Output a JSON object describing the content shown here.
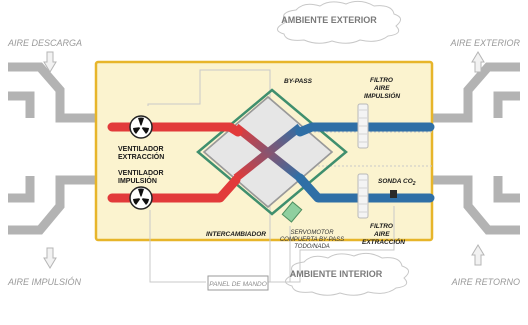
{
  "labels": {
    "ambiente_exterior": "AMBIENTE EXTERIOR",
    "ambiente_interior": "AMBIENTE INTERIOR",
    "aire_descarga": "AIRE DESCARGA",
    "aire_exterior": "AIRE EXTERIOR",
    "aire_impulsion": "AIRE IMPULSIÓN",
    "aire_retorno": "AIRE RETORNO",
    "by_pass": "BY-PASS",
    "filtro_impulsion": [
      "FILTRO",
      "AIRE",
      "IMPULSIÓN"
    ],
    "filtro_extraccion": [
      "FILTRO",
      "AIRE",
      "EXTRACCIÓN"
    ],
    "ventilador_extraccion": [
      "VENTILADOR",
      "EXTRACCIÓN"
    ],
    "ventilador_impulsion": [
      "VENTILADOR",
      "IMPULSIÓN"
    ],
    "sonda_co2": "SONDA CO",
    "sonda_co2_sub": "2",
    "intercambiador": "INTERCAMBIADOR",
    "servomotor": [
      "SERVOMOTOR",
      "COMPUERTA BY-PASS",
      "TODO/NADA"
    ],
    "panel_de_mando": "PANEL DE MANDO"
  },
  "colors": {
    "warm_duct": "#e23a3a",
    "cold_duct": "#2f6fa6",
    "unit_fill": "#fbf3cf",
    "unit_border": "#e7b52a",
    "bypass_green": "#3f8f6e",
    "outside_duct": "#a8a8a8"
  },
  "icons": {
    "fan": "fan-icon",
    "arrow": "arrow-icon",
    "cloud": "cloud-icon"
  }
}
